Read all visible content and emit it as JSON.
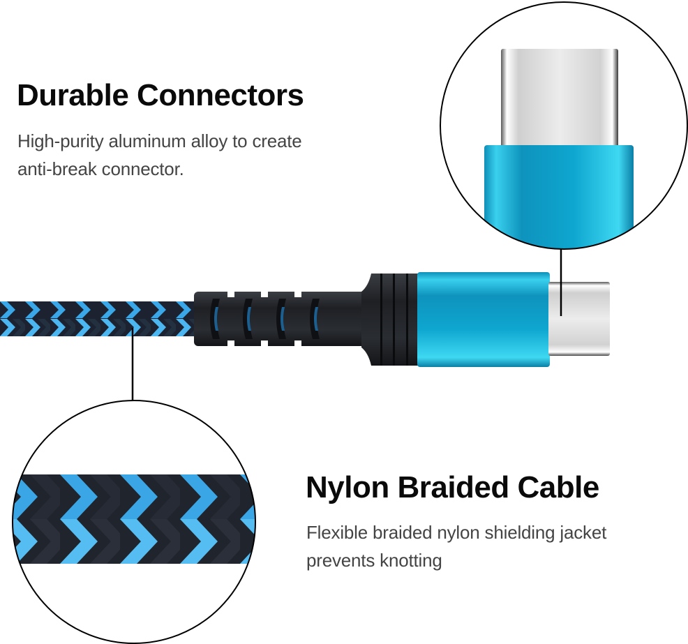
{
  "features": [
    {
      "title": "Durable Connectors",
      "description_lines": [
        "High-purity aluminum alloy to create",
        "anti-break connector."
      ]
    },
    {
      "title": "Nylon Braided Cable",
      "description_lines": [
        "Flexible braided nylon shielding jacket",
        "prevents knotting"
      ]
    }
  ],
  "illustration": {
    "subject": "usb-c-braided-cable",
    "callouts": [
      "connector-zoom-circle",
      "braid-zoom-circle"
    ]
  },
  "colors": {
    "accent_blue": "#12a8d4",
    "braid_blue": "#3aa8e8",
    "braid_dark": "#1c2230",
    "connector_black": "#23262b",
    "plug_silver": "#e6e6e6",
    "heading": "#0a0a0a",
    "body_text": "#444444"
  }
}
